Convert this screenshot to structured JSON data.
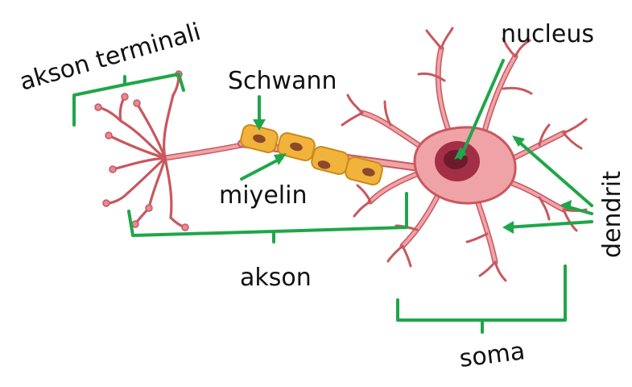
{
  "labels": {
    "axon_terminals": "akson terminali",
    "schwann": "Schwann",
    "myelin": "miyelin",
    "axon": "akson",
    "nucleus": "nucleus",
    "dendrite": "dendrit",
    "soma": "soma"
  },
  "colors": {
    "pointer": "#1fa64a",
    "neuron_fill": "#f0a3a7",
    "neuron_stroke": "#c8585f",
    "nucleus_outer": "#a22f45",
    "nucleus_inner": "#6d1a2c",
    "myelin_fill": "#f2b33d",
    "myelin_stroke": "#c98a18",
    "schwann_nucleus": "#8a4a2a"
  }
}
